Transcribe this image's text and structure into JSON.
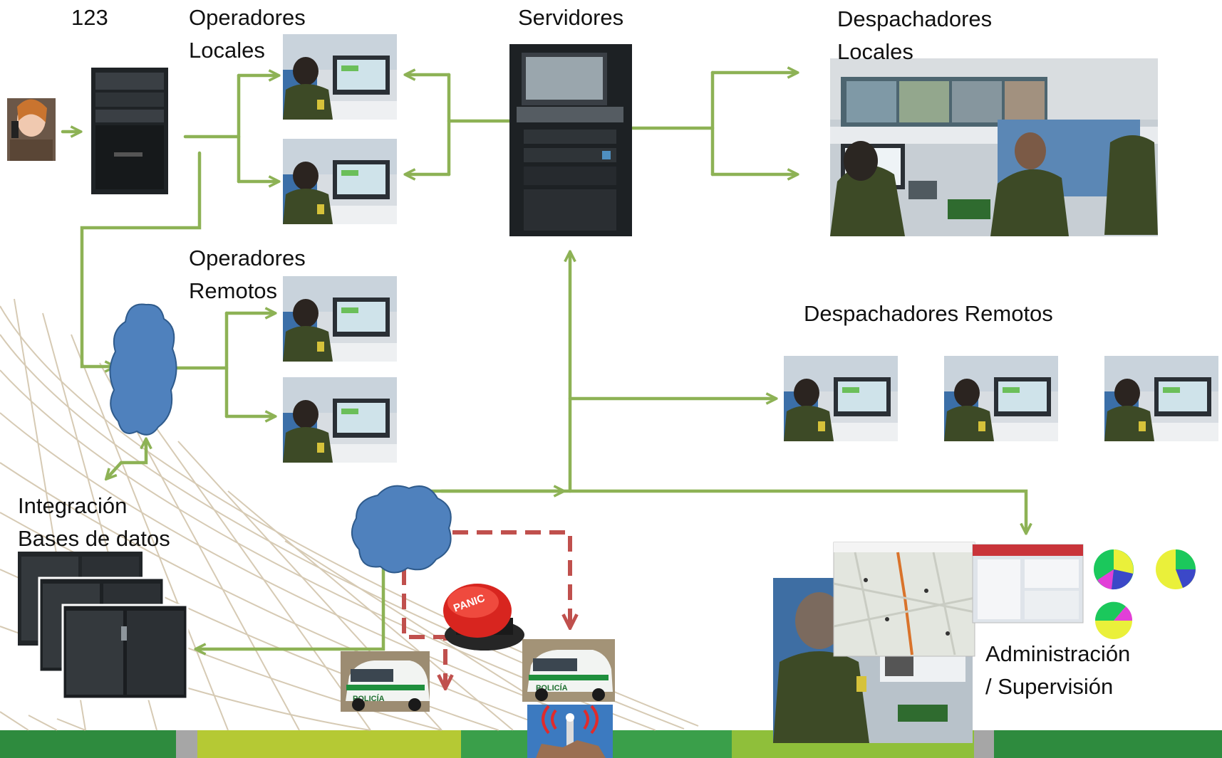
{
  "labels": {
    "line_123": "123",
    "operadores_locales": [
      "Operadores",
      "Locales"
    ],
    "servidores": "Servidores",
    "despachadores_locales": [
      "Despachadores",
      "Locales"
    ],
    "operadores_remotos": [
      "Operadores",
      "Remotos"
    ],
    "despachadores_remotos": "Despachadores Remotos",
    "integracion": [
      "Integración",
      "Bases de datos"
    ],
    "administracion": [
      "Administración",
      "/ Supervisión"
    ]
  },
  "panic_button_text": "PANIC",
  "vehicle_text": "POLICÍA",
  "colors": {
    "connector": "#8db255",
    "alert_connector": "#c0504d",
    "cloud": "#4f81bd",
    "uniform": "#3d4a26",
    "footer_dark_green": "#2e8b3e",
    "footer_lime": "#b5c934",
    "footer_gray": "#a6a6a6"
  }
}
